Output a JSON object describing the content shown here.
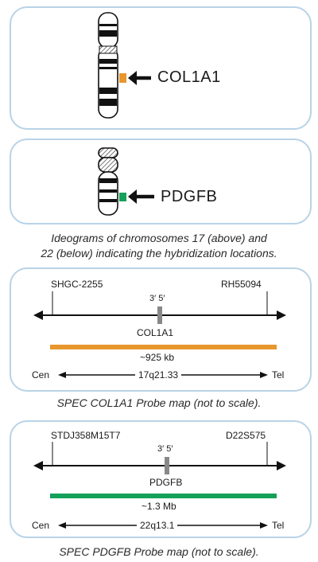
{
  "ideogram17": {
    "gene": "COL1A1",
    "probe_color": "#e8962e"
  },
  "ideogram22": {
    "gene": "PDGFB",
    "probe_color": "#14a15a"
  },
  "ideogram_caption": {
    "line1": "Ideograms of chromosomes 17 (above) and",
    "line2": "22 (below) indicating the hybridization locations."
  },
  "map1": {
    "marker_left": "SHGC-2255",
    "marker_right": "RH55094",
    "strand": "3′ 5′",
    "gene": "COL1A1",
    "bar_color": "#e8962e",
    "size": "~925 kb",
    "cen": "Cen",
    "band": "17q21.33",
    "tel": "Tel",
    "caption": "SPEC COL1A1 Probe map (not to scale)."
  },
  "map2": {
    "marker_left": "STDJ358M15T7",
    "marker_right": "D22S575",
    "strand": "3′ 5′",
    "gene": "PDGFB",
    "bar_color": "#14a15a",
    "size": "~1.3 Mb",
    "cen": "Cen",
    "band": "22q13.1",
    "tel": "Tel",
    "caption": "SPEC PDGFB Probe map (not to scale)."
  }
}
